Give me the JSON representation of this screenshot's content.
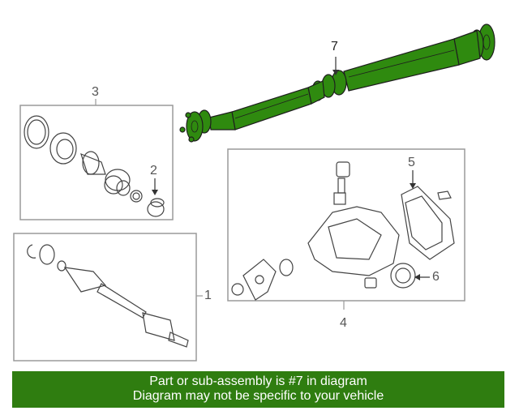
{
  "colors": {
    "highlight_part": "#2f8a0f",
    "banner_background": "#2f7d10",
    "banner_text": "#ffffff",
    "line_art": "#444444",
    "box_border": "#9a9a9a"
  },
  "callouts": {
    "c1": "1",
    "c2": "2",
    "c3": "3",
    "c4": "4",
    "c5": "5",
    "c6": "6",
    "c7": "7"
  },
  "banner": {
    "line1": "Part or sub-assembly is #7 in diagram",
    "line2": "Diagram may not be specific to your vehicle"
  }
}
